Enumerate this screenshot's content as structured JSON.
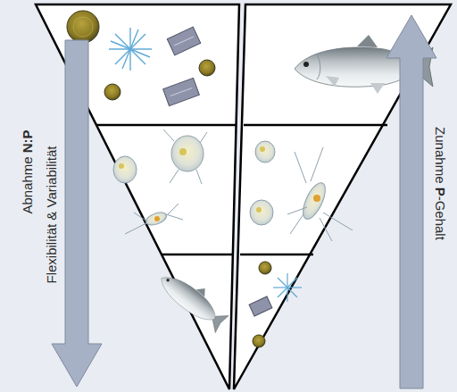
{
  "diagram": {
    "labels": [
      "Abnahme N:P",
      "Flexibilität & Variabilität",
      "Zunahme P-Gehalt"
    ]
  }
}
